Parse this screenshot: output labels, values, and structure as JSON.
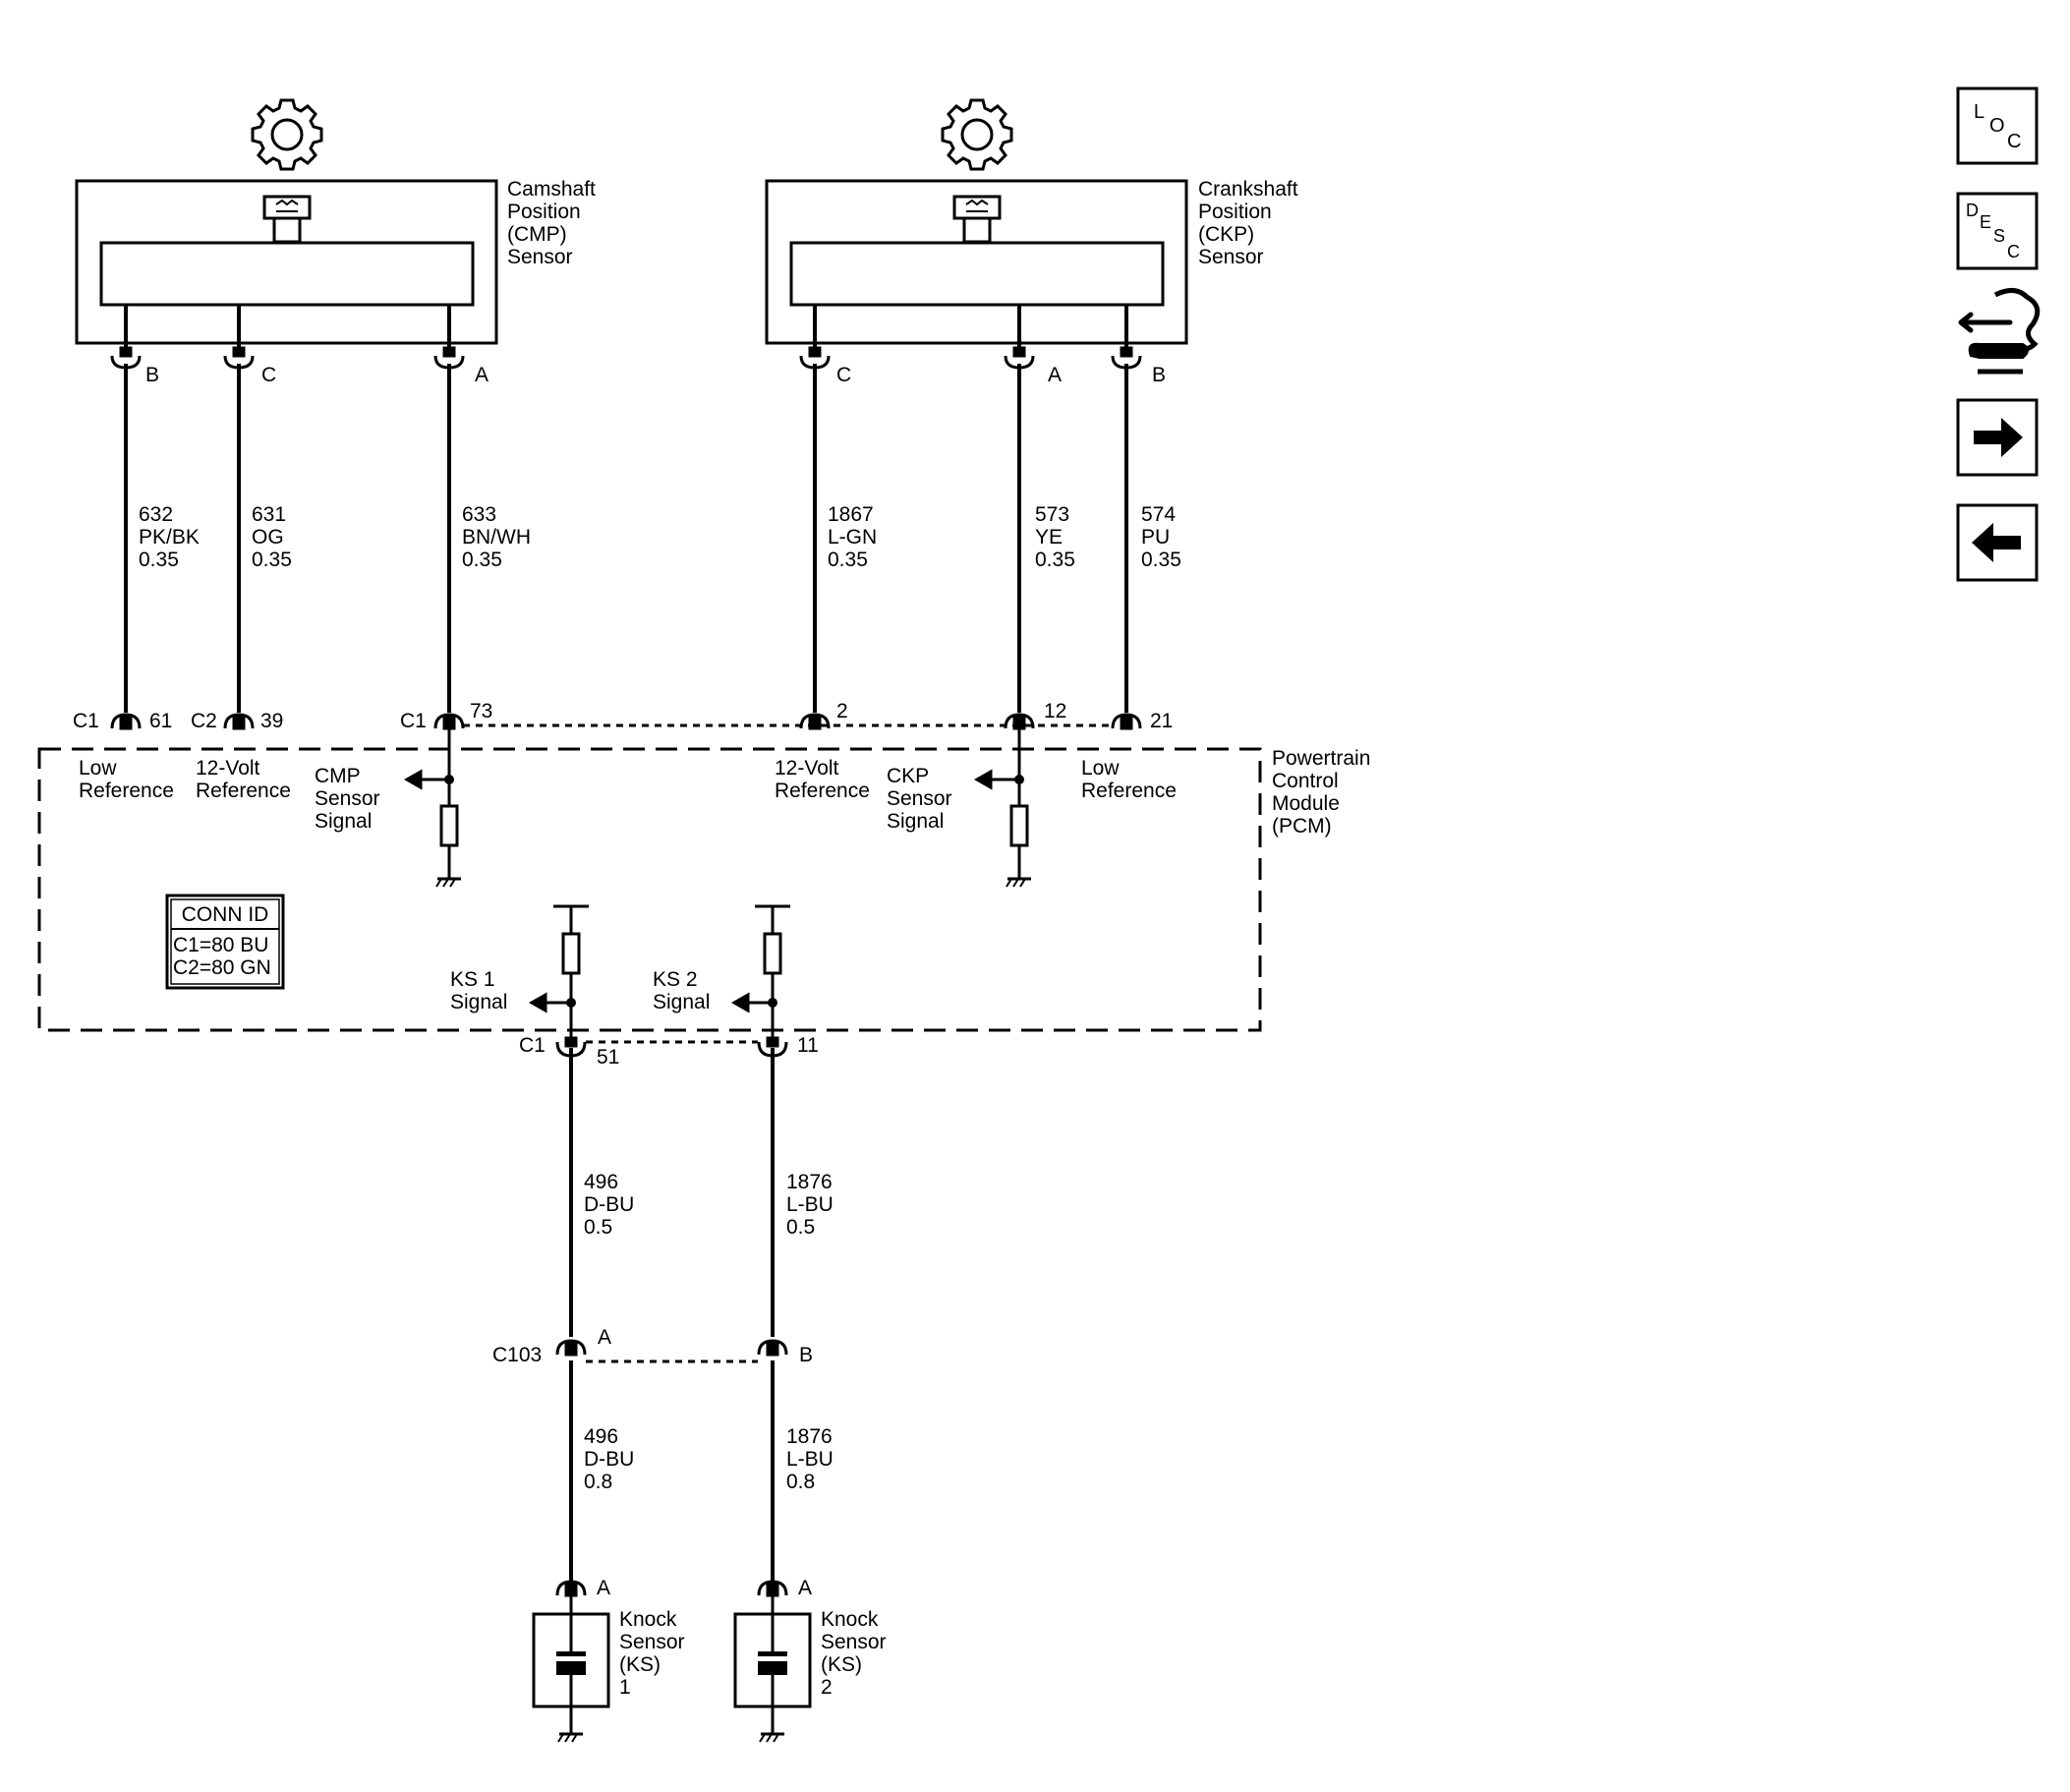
{
  "components": {
    "cmp_sensor": [
      "Camshaft",
      "Position",
      "(CMP)",
      "Sensor"
    ],
    "ckp_sensor": [
      "Crankshaft",
      "Position",
      "(CKP)",
      "Sensor"
    ],
    "pcm": [
      "Powertrain",
      "Control",
      "Module",
      "(PCM)"
    ],
    "ks1": [
      "Knock",
      "Sensor",
      "(KS)",
      "1"
    ],
    "ks2": [
      "Knock",
      "Sensor",
      "(KS)",
      "2"
    ]
  },
  "sensor_pins": {
    "cmp": [
      "B",
      "C",
      "A"
    ],
    "ckp": [
      "C",
      "A",
      "B"
    ]
  },
  "wires": {
    "w632": [
      "632",
      "PK/BK",
      "0.35"
    ],
    "w631": [
      "631",
      "OG",
      "0.35"
    ],
    "w633": [
      "633",
      "BN/WH",
      "0.35"
    ],
    "w1867": [
      "1867",
      "L-GN",
      "0.35"
    ],
    "w573": [
      "573",
      "YE",
      "0.35"
    ],
    "w574": [
      "574",
      "PU",
      "0.35"
    ],
    "w496_top": [
      "496",
      "D-BU",
      "0.5"
    ],
    "w1876_top": [
      "1876",
      "L-BU",
      "0.5"
    ],
    "w496_bot": [
      "496",
      "D-BU",
      "0.8"
    ],
    "w1876_bot": [
      "1876",
      "L-BU",
      "0.8"
    ]
  },
  "pcm_pins": {
    "p61": {
      "conn": "C1",
      "pin": "61"
    },
    "p39": {
      "conn": "C2",
      "pin": "39"
    },
    "p73": {
      "conn": "C1",
      "pin": "73"
    },
    "p2": {
      "pin": "2"
    },
    "p12": {
      "pin": "12"
    },
    "p21": {
      "pin": "21"
    },
    "p51": {
      "conn": "C1",
      "pin": "51"
    },
    "p11": {
      "pin": "11"
    }
  },
  "pcm_circuits": {
    "low_ref_1": [
      "Low",
      "Reference"
    ],
    "volt_ref_1": [
      "12-Volt",
      "Reference"
    ],
    "cmp_signal": [
      "CMP",
      "Sensor",
      "Signal"
    ],
    "volt_ref_2": [
      "12-Volt",
      "Reference"
    ],
    "ckp_signal": [
      "CKP",
      "Sensor",
      "Signal"
    ],
    "low_ref_2": [
      "Low",
      "Reference"
    ],
    "ks1_signal": [
      "KS 1",
      "Signal"
    ],
    "ks2_signal": [
      "KS 2",
      "Signal"
    ]
  },
  "conn_id": {
    "title": "CONN ID",
    "lines": [
      "C1=80 BU",
      "C2=80 GN"
    ]
  },
  "inline_connector": {
    "name": "C103",
    "pin_a": "A",
    "pin_b": "B"
  },
  "knock_pins": {
    "ks1": "A",
    "ks2": "A"
  },
  "nav": {
    "loc": [
      "L",
      "O",
      "C"
    ],
    "desc": [
      "D",
      "E",
      "S",
      "C"
    ]
  }
}
